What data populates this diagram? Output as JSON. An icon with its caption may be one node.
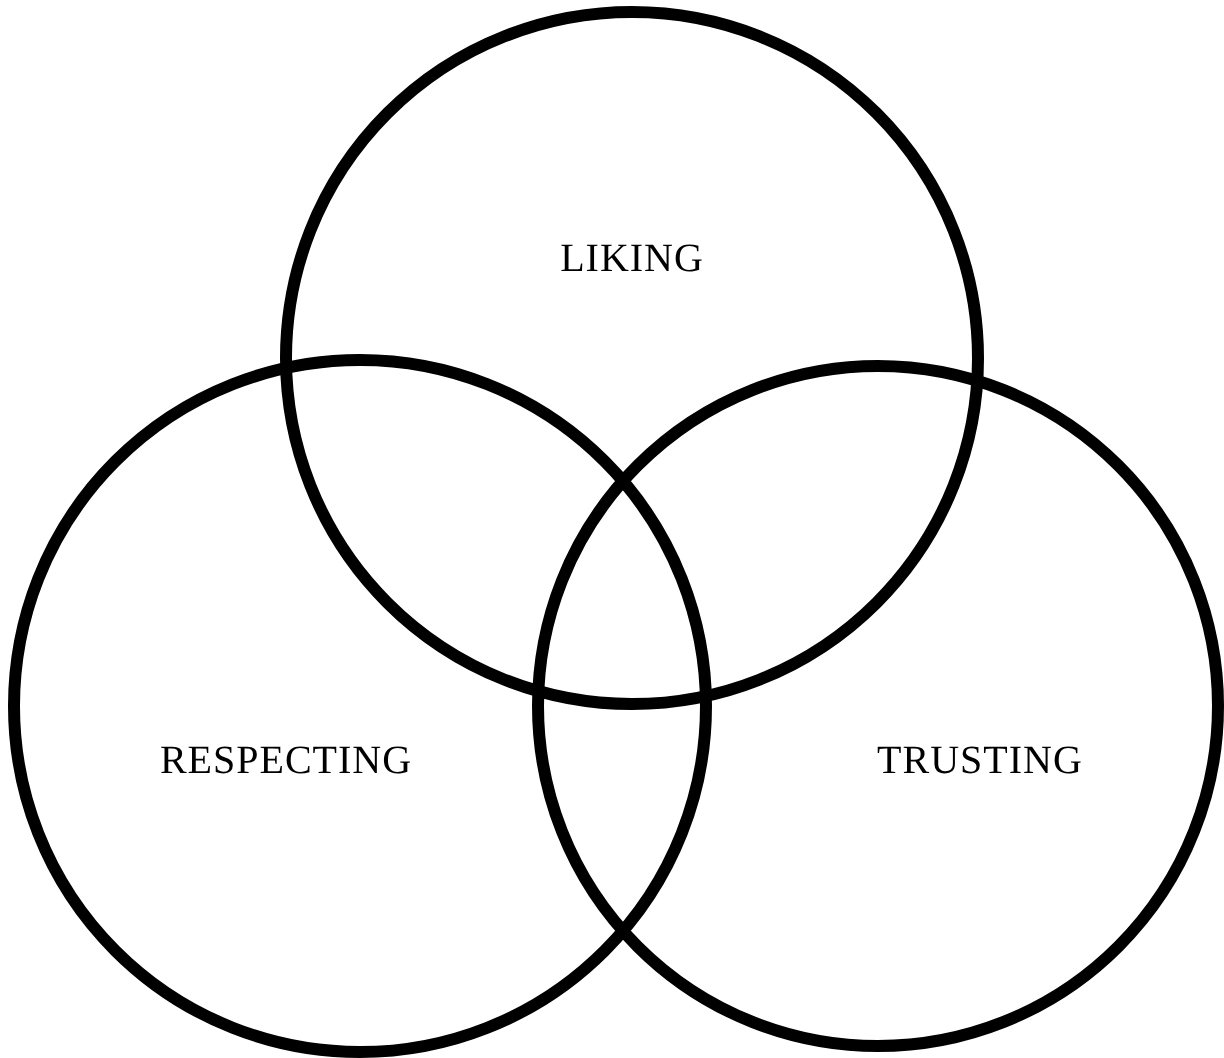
{
  "diagram": {
    "nodes": [
      {
        "text": [
          "LIKING"
        ]
      },
      {
        "text": [
          "RESPECTING"
        ]
      },
      {
        "text": [
          "TRUSTING"
        ]
      }
    ]
  }
}
